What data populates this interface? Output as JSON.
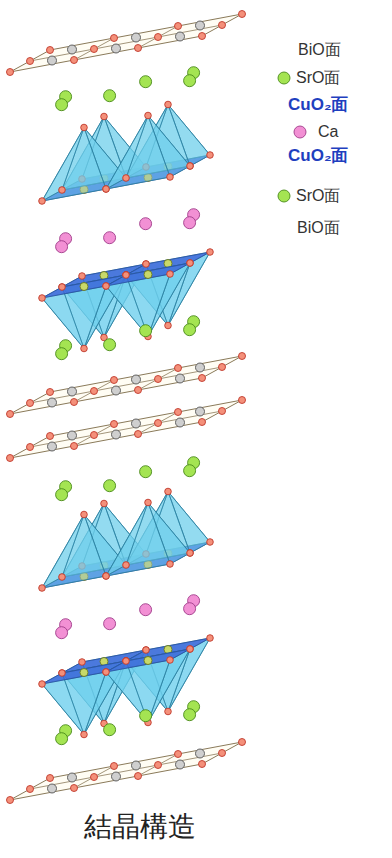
{
  "diagram": {
    "caption": "結晶構造",
    "labels": [
      "BiO面",
      "SrO面",
      "CuO₂面",
      "Ca",
      "CuO₂面",
      "SrO面",
      "BiO面"
    ]
  }
}
